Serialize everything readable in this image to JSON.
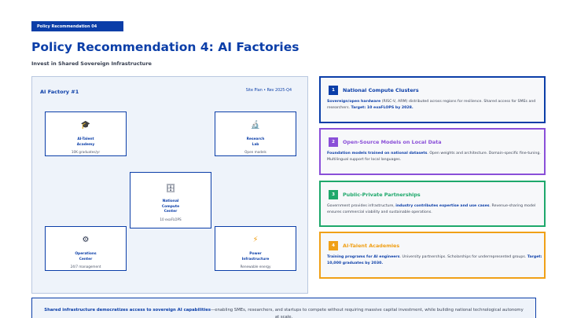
{
  "tag": "Policy Recommendation 04",
  "title": "Policy Recommendation 4: AI Factories",
  "subtitle": "Invest in Shared Sovereign Infrastructure",
  "diagram": {
    "title": "AI Factory #1",
    "meta": "Site Plan • Rev 2025-Q4",
    "nodes": {
      "academy": {
        "icon": "graduation-cap-icon",
        "glyph": "🎓",
        "name": "AI-Talent\nAcademy",
        "sub": "10K graduates/yr"
      },
      "lab": {
        "icon": "microscope-icon",
        "glyph": "🔬",
        "name": "Research\nLab",
        "sub": "Open models"
      },
      "compute": {
        "icon": "server-icon",
        "glyph": "🗄",
        "name": "National\nCompute\nCenter",
        "sub": "10 exaFLOPS"
      },
      "operations": {
        "icon": "gear-icon",
        "glyph": "⚙",
        "name": "Operations\nCenter",
        "sub": "24/7 management"
      },
      "power": {
        "icon": "lightning-icon",
        "glyph": "⚡",
        "name": "Power\nInfrastructure",
        "sub": "Renewable energy"
      }
    }
  },
  "cards": [
    {
      "num": "1",
      "title": "National Compute Clusters",
      "color": "#0b3ea8",
      "lead": "Sovereign/open hardware",
      "text1": " (RISC-V, ARM) distributed across regions for resilience. Shared access for SMEs and researchers. ",
      "emph": "Target: 10 exaFLOPS by 2028.",
      "text2": ""
    },
    {
      "num": "2",
      "title": "Open-Source Models on Local Data",
      "color": "#8a4fd8",
      "lead": "Foundation models trained on national datasets",
      "text1": ". Open weights and architecture. Domain-specific fine-tuning. Multilingual support for local languages.",
      "emph": "",
      "text2": ""
    },
    {
      "num": "3",
      "title": "Public-Private Partnerships",
      "color": "#1ea86b",
      "lead": "",
      "text1": "Government provides infrastructure, ",
      "emph": "industry contributes expertise and use cases",
      "text2": ". Revenue-sharing model ensures commercial viability and sustainable operations."
    },
    {
      "num": "4",
      "title": "AI-Talent Academies",
      "color": "#f0a017",
      "lead": "Training programs for AI engineers",
      "text1": ". University partnerships. Scholarships for underrepresented groups. ",
      "emph": "Target: 10,000 graduates by 2030.",
      "text2": ""
    }
  ],
  "footer": {
    "lead": "Shared infrastructure democratizes access to sovereign AI capabilities",
    "text": "—enabling SMEs, researchers, and startups to compete without requiring massive capital investment, while building national technological autonomy at scale."
  }
}
